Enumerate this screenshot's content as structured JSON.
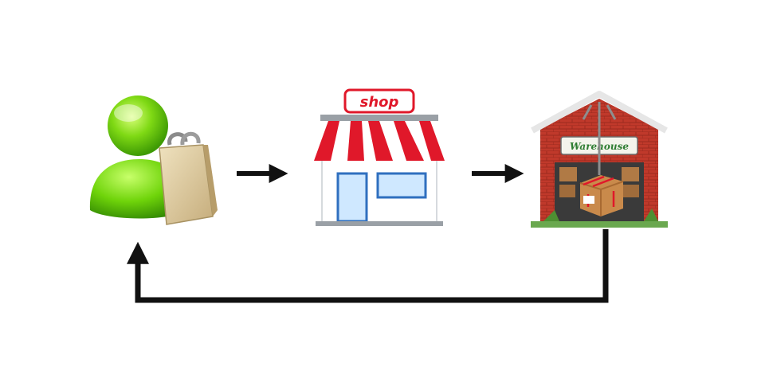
{
  "diagram": {
    "nodes": [
      {
        "id": "customer",
        "icon": "customer-with-bag-icon"
      },
      {
        "id": "shop",
        "icon": "shop-storefront-icon",
        "sign_text": "shop"
      },
      {
        "id": "warehouse",
        "icon": "warehouse-icon",
        "sign_text": "Warehouse"
      }
    ],
    "edges": [
      {
        "from": "customer",
        "to": "shop"
      },
      {
        "from": "shop",
        "to": "warehouse"
      },
      {
        "from": "warehouse",
        "to": "customer"
      }
    ],
    "colors": {
      "arrow": "#111111",
      "person_green": "#6fd40a",
      "awning_red": "#e0182a",
      "brick_red": "#c0392b",
      "box_brown": "#c98a4b"
    }
  }
}
